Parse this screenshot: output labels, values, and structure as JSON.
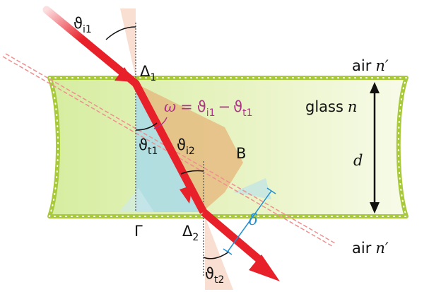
{
  "labels": {
    "theta_i1": {
      "main": "ϑ",
      "sub": "i1"
    },
    "theta_t1": {
      "main": "ϑ",
      "sub": "t1"
    },
    "theta_i2": {
      "main": "ϑ",
      "sub": "i2"
    },
    "theta_t2": {
      "main": "ϑ",
      "sub": "t2"
    },
    "delta1": {
      "main": "Δ",
      "sub": "1"
    },
    "delta2": {
      "main": "Δ",
      "sub": "2"
    },
    "point_b": "B",
    "point_gamma": "Γ",
    "omega": {
      "lhs": "ω",
      "eq": "=",
      "a": "ϑ",
      "a_sub": "i1",
      "minus": "−",
      "b": "ϑ",
      "b_sub": "t1"
    },
    "d": "d",
    "shift": "δ",
    "air_top": {
      "word": "air",
      "n": "n′"
    },
    "glass": {
      "word": "glass",
      "n": "n"
    },
    "air_bottom": {
      "word": "air",
      "n": "n′"
    }
  },
  "colors": {
    "ray": "#e8202a",
    "glass_fill": "#e9f3c4",
    "glass_border": "#a7c93a",
    "triangle_blue": "#a9dbe8",
    "triangle_orange": "#e6b47a",
    "omega_label": "#b0338a",
    "shift_label": "#1f8fd6",
    "normal_line": "#555555"
  }
}
